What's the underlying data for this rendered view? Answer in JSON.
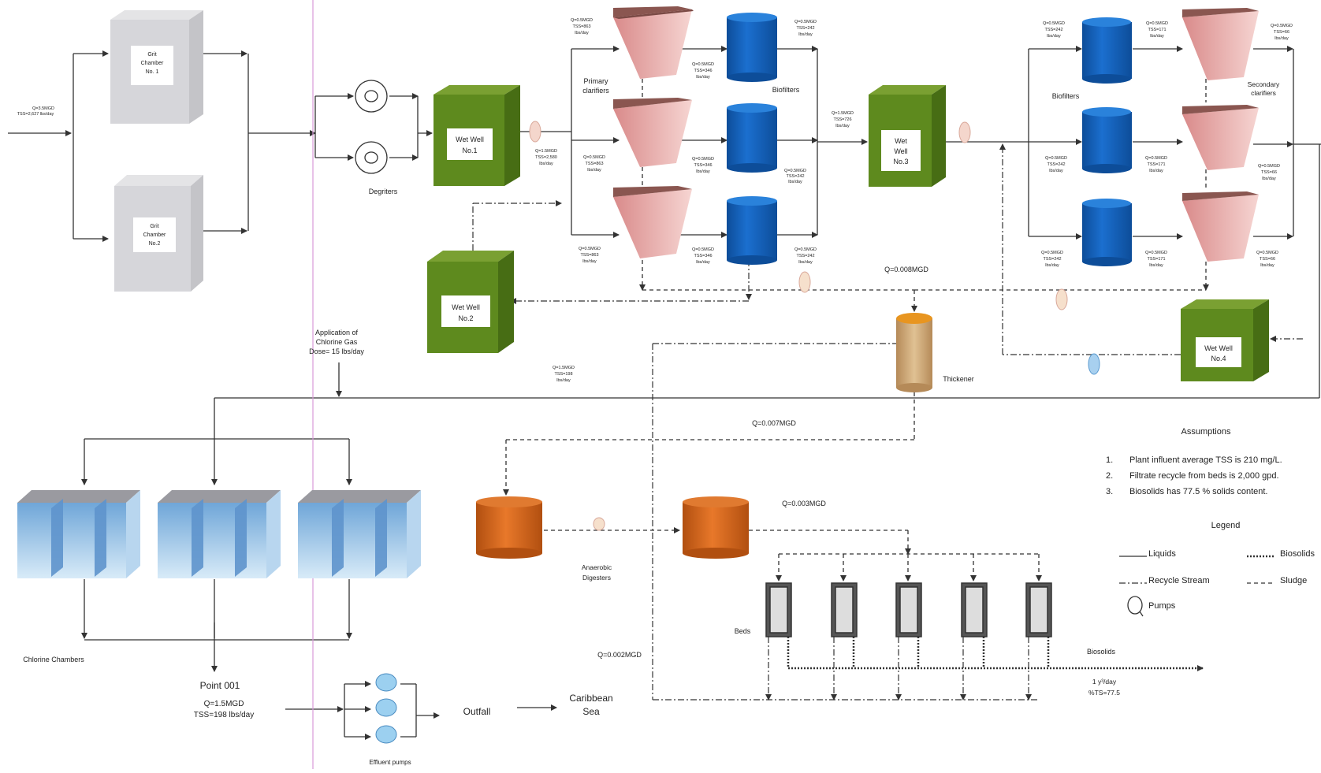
{
  "labels": {
    "influent_q": "Q=3.5MGD",
    "influent_tss": "TSS=2,627 lbs/day",
    "grit1": [
      "Grit",
      "Chamber",
      "No. 1"
    ],
    "grit2": [
      "Grit",
      "Chamber",
      "No.2"
    ],
    "degriters": "Degriters",
    "wetwell1": [
      "Wet Well",
      "No.1"
    ],
    "wetwell2": [
      "Wet Well",
      "No.2"
    ],
    "wetwell3": [
      "Wet",
      "Well",
      "No.3"
    ],
    "wetwell4": [
      "Wet Well",
      "No.4"
    ],
    "ww1_out": [
      "Q=1.5MGD",
      "TSS=2,580",
      "lbs/day"
    ],
    "primary_clarifiers": [
      "Primary",
      "clarifiers"
    ],
    "biofilters_1": "Biofilters",
    "biofilters_2": "Biofilters",
    "secondary_clarifiers": [
      "Secondary",
      "clarifiers"
    ],
    "pc_in_top": [
      "Q=0.5MGD",
      "TSS=863",
      "lbs/day"
    ],
    "pc_in_mid": [
      "Q=0.5MGD",
      "TSS=863",
      "lbs/day"
    ],
    "pc_in_bot": [
      "Q=0.5MGD",
      "TSS=863",
      "lbs/day"
    ],
    "bf_in_top": [
      "Q=0.5MGD",
      "TSS=346",
      "lbs/day"
    ],
    "bf_in_mid": [
      "Q=0.5MGD",
      "TSS=346",
      "lbs/day"
    ],
    "bf_in_bot": [
      "Q=0.5MGD",
      "TSS=346",
      "lbs/day"
    ],
    "bf_out_top": [
      "Q=0.5MGD",
      "TSS=242",
      "lbs/day"
    ],
    "bf_out_mid": [
      "Q=0.5MGD",
      "TSS=242",
      "lbs/day"
    ],
    "bf_out_bot": [
      "Q=0.5MGD",
      "TSS=242",
      "lbs/day"
    ],
    "ww3_in": [
      "Q=1.5MGD",
      "TSS=726",
      "lbs/day"
    ],
    "bf2_in_top": [
      "Q=0.5MGD",
      "TSS=242",
      "lbs/day"
    ],
    "bf2_in_mid": [
      "Q=0.5MGD",
      "TSS=242",
      "lbs/day"
    ],
    "bf2_in_bot": [
      "Q=0.5MGD",
      "TSS=242",
      "lbs/day"
    ],
    "sc_in_top": [
      "Q=0.5MGD",
      "TSS=171",
      "lbs/day"
    ],
    "sc_in_mid": [
      "Q=0.5MGD",
      "TSS=171",
      "lbs/day"
    ],
    "sc_in_bot": [
      "Q=0.5MGD",
      "TSS=171",
      "lbs/day"
    ],
    "sc_out_top": [
      "Q=0.5MGD",
      "TSS=66",
      "lbs/day"
    ],
    "sc_out_mid": [
      "Q=0.5MGD",
      "TSS=66",
      "lbs/day"
    ],
    "sc_out_bot": [
      "Q=0.5MGD",
      "TSS=66",
      "lbs/day"
    ],
    "q_0008": "Q=0.008MGD",
    "q_0007": "Q=0.007MGD",
    "q_0003": "Q=0.003MGD",
    "q_0002": "Q=0.002MGD",
    "thickener": "Thickener",
    "chlorine_app": [
      "Application of",
      "Chlorine Gas",
      "Dose= 15 lbs/day"
    ],
    "main_flow": [
      "Q=1.5MGD",
      "TSS=198",
      "lbs/day"
    ],
    "chlorine_chambers": "Chlorine Chambers",
    "point001": "Point 001",
    "point001_q": "Q=1.5MGD",
    "point001_tss": "TSS=198 lbs/day",
    "effluent_pumps": "Effluent pumps",
    "outfall": "Outfall",
    "caribbean": [
      "Caribbean",
      "Sea"
    ],
    "digesters": [
      "Anaerobic",
      "Digesters"
    ],
    "beds": "Beds",
    "biosolids_label": "Biosolids",
    "biosolids_out": [
      "1 y³/day",
      "%TS=77.5"
    ]
  },
  "assumptions": {
    "title": "Assumptions",
    "items": [
      {
        "num": "1.",
        "text": "Plant influent average TSS is 210 mg/L."
      },
      {
        "num": "2.",
        "text": "Filtrate recycle from beds is 2,000 gpd."
      },
      {
        "num": "3.",
        "text": "Biosolids has 77.5 % solids content."
      }
    ]
  },
  "legend": {
    "title": "Legend",
    "liquids": "Liquids",
    "biosolids": "Biosolids",
    "recycle": "Recycle Stream",
    "sludge": "Sludge",
    "pumps": "Pumps"
  },
  "colors": {
    "wetwell_green": "#5e8a1e",
    "biofilter_blue": "#1560b5",
    "digester_orange": "#d4651a",
    "clarifier_pink": "#e8a6a6",
    "line": "#333333"
  }
}
